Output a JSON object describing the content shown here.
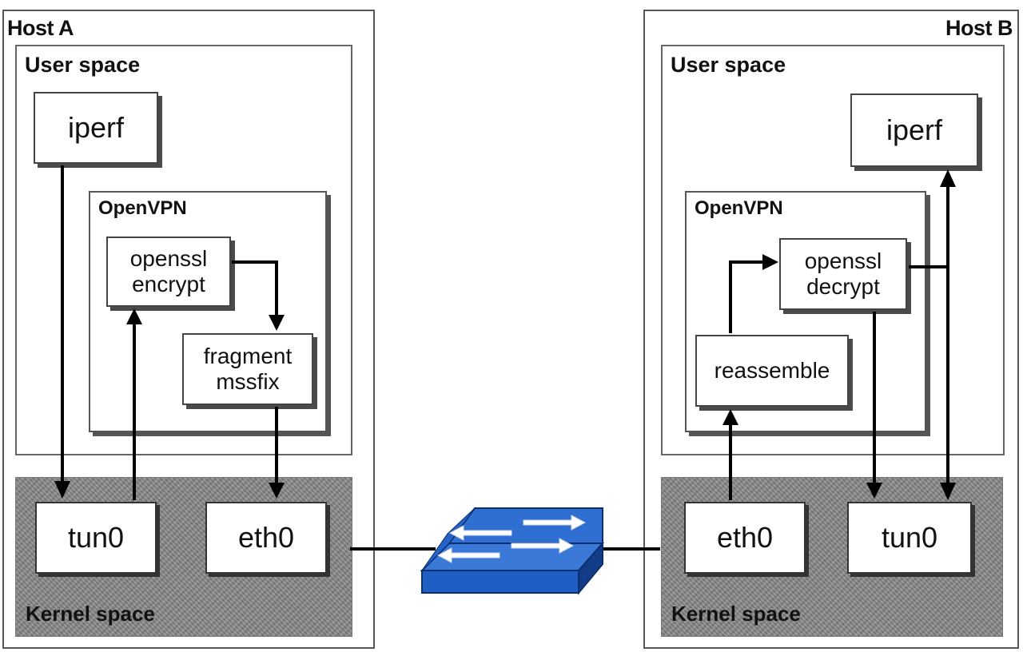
{
  "host_a": {
    "title": "Host A",
    "user_space_label": "User space",
    "iperf_label": "iperf",
    "openvpn_label": "OpenVPN",
    "openssl_label": "openssl\nencrypt",
    "fragment_label": "fragment\nmssfix",
    "kernel_space_label": "Kernel space",
    "tun0_label": "tun0",
    "eth0_label": "eth0"
  },
  "host_b": {
    "title": "Host B",
    "user_space_label": "User space",
    "iperf_label": "iperf",
    "openvpn_label": "OpenVPN",
    "openssl_label": "openssl\ndecrypt",
    "reassemble_label": "reassemble",
    "kernel_space_label": "Kernel space",
    "eth0_label": "eth0",
    "tun0_label": "tun0"
  },
  "colors": {
    "switch": "#1f5fc4",
    "switch_dark": "#123d86",
    "kernel_bg": "#8a8a8a",
    "arrow": "#000000"
  },
  "icons": {
    "network_switch": "network-switch-icon"
  }
}
